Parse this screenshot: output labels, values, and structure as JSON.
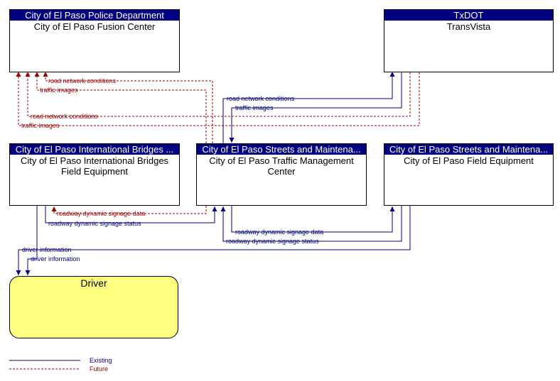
{
  "elements": {
    "police": {
      "header": "City of El Paso Police Department",
      "name": "City of El Paso Fusion Center"
    },
    "txdot": {
      "header": "TxDOT",
      "name": "TransVista"
    },
    "bridges": {
      "header": "City of El Paso International Bridges ...",
      "name": "City of El Paso International Bridges Field Equipment"
    },
    "tmc": {
      "header": "City of El Paso Streets and Maintena...",
      "name": "City of El Paso Traffic Management Center"
    },
    "field": {
      "header": "City of El Paso Streets and Maintena...",
      "name": "City of El Paso Field Equipment"
    },
    "driver": {
      "name": "Driver"
    }
  },
  "flows": {
    "tmc_to_police_rnc": "road network conditions",
    "tmc_to_police_ti": "traffic images",
    "txdot_to_police_rnc": "road network conditions",
    "txdot_to_police_ti": "traffic images",
    "tmc_to_txdot_rnc": "road network conditions",
    "txdot_to_tmc_ti": "traffic images",
    "tmc_to_bridges_rdsd": "roadway dynamic signage data",
    "bridges_to_tmc_rdss": "roadway dynamic signage status",
    "tmc_to_field_rdsd": "roadway dynamic signage data",
    "field_to_tmc_rdss": "roadway dynamic signage status",
    "field_to_driver_di": "driver information",
    "bridges_to_driver_di": "driver information"
  },
  "legend": {
    "existing": "Existing",
    "future": "Future"
  },
  "colors": {
    "existing": "#000080",
    "future": "#a00000",
    "header": "#000080",
    "driver_fill": "#ffff80"
  }
}
